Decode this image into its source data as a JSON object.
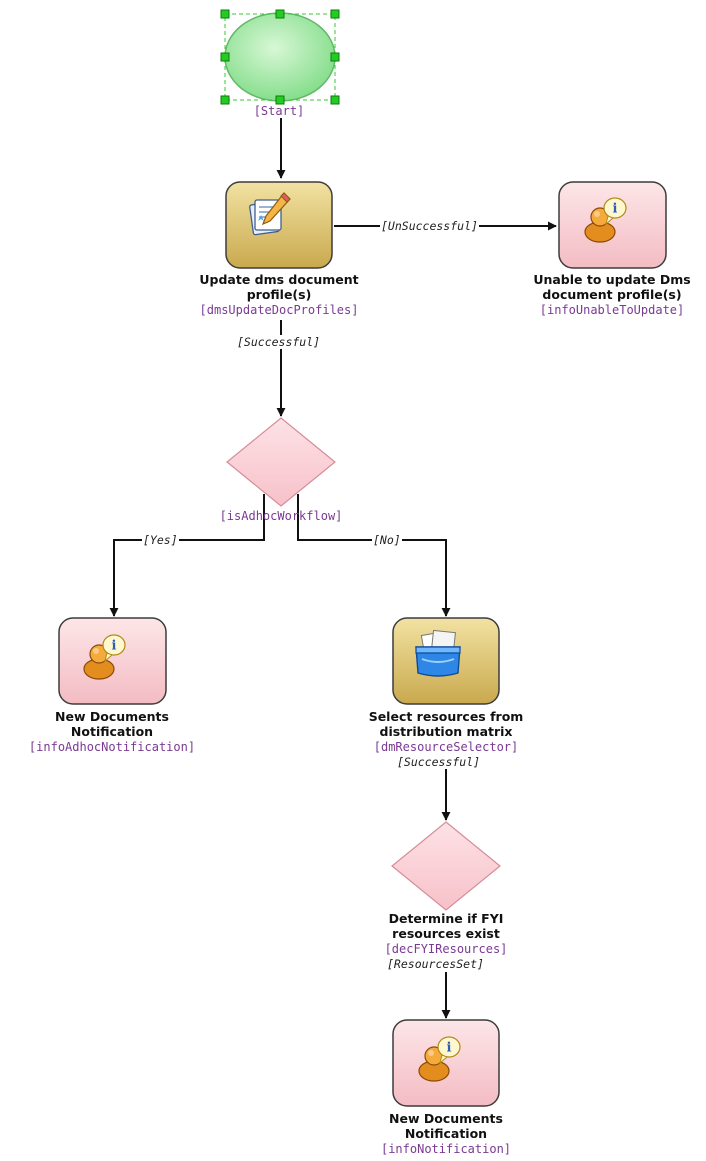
{
  "start": {
    "label": "[Start]"
  },
  "update": {
    "title_line1": "Update dms document",
    "title_line2": "profile(s)",
    "id": "[dmsUpdateDocProfiles]",
    "icon": "edit-document-icon"
  },
  "unable": {
    "title_line1": "Unable to update Dms",
    "title_line2": "document profile(s)",
    "id": "[infoUnableToUpdate]",
    "icon": "user-info-icon"
  },
  "adhoc_decision": {
    "id": "[isAdhocWorkflow]"
  },
  "adhoc_notification": {
    "title_line1": "New Documents",
    "title_line2": "Notification",
    "id": "[infoAdhocNotification]",
    "icon": "user-info-icon"
  },
  "resource_selector": {
    "title_line1": "Select resources from",
    "title_line2": "distribution matrix",
    "id": "[dmResourceSelector]",
    "icon": "folder-box-icon"
  },
  "fyi_decision": {
    "title_line1": "Determine if FYI",
    "title_line2": "resources exist",
    "id": "[decFYIResources]"
  },
  "notification": {
    "title_line1": "New Documents",
    "title_line2": "Notification",
    "id": "[infoNotification]",
    "icon": "user-info-icon"
  },
  "edges": {
    "unsuccessful": "[UnSuccessful]",
    "successful_1": "[Successful]",
    "yes": "[Yes]",
    "no": "[No]",
    "successful_2": "[Successful]",
    "resources_set": "[ResourcesSet]"
  },
  "colors": {
    "start_fill": "#a9ecaa",
    "selection_handle": "#22cc22",
    "activity_fill": "#dcc773",
    "info_fill": "#f8d2d6",
    "decision_fill": "#fbd4da",
    "identifier_text": "#7a3a93"
  }
}
